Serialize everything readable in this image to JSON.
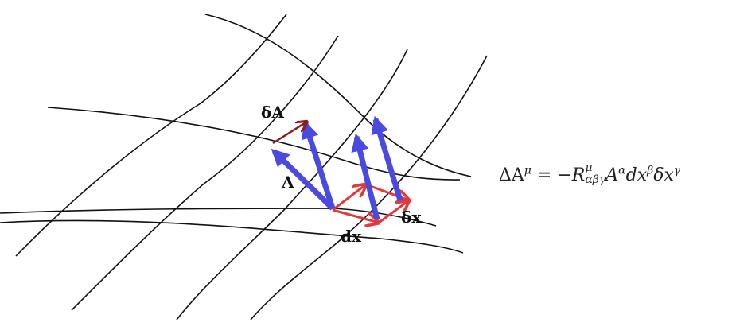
{
  "labels": {
    "deltaA": "δA",
    "A": "A",
    "dx": "dx",
    "deltax": "δx"
  },
  "equation": {
    "lhs": "ΔA",
    "lhs_sup": "μ",
    "equals": "=",
    "minus": "−",
    "R": "R",
    "R_sup": "μ",
    "R_sub": "αβγ",
    "A": "A",
    "A_sup": "α",
    "dx": "dx",
    "dx_sup": "β",
    "deltax": "δx",
    "deltax_sup": "γ"
  },
  "colors": {
    "grid": "#111111",
    "blue_vector": "#4a4ae0",
    "red_vector": "#e23a3a",
    "dark_red_vector": "#8b1c1c"
  }
}
